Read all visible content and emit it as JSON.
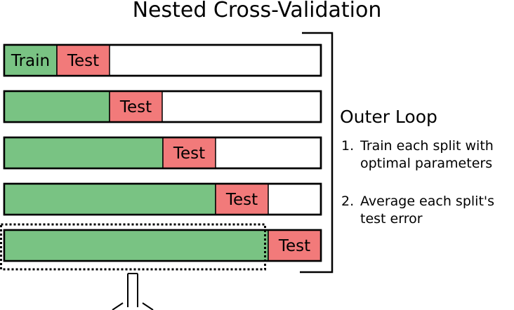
{
  "title": "Nested Cross-Validation",
  "colors": {
    "train": "#79c383",
    "test": "#f27a7a",
    "empty": "#ffffff",
    "stroke": "#000000"
  },
  "folds": [
    {
      "train_fraction": 0.167,
      "test_fraction": 0.167,
      "train_label": "Train",
      "test_label": "Test"
    },
    {
      "train_fraction": 0.333,
      "test_fraction": 0.167,
      "train_label": "",
      "test_label": "Test"
    },
    {
      "train_fraction": 0.5,
      "test_fraction": 0.167,
      "train_label": "",
      "test_label": "Test"
    },
    {
      "train_fraction": 0.667,
      "test_fraction": 0.167,
      "train_label": "",
      "test_label": "Test"
    },
    {
      "train_fraction": 0.833,
      "test_fraction": 0.167,
      "train_label": "",
      "test_label": "Test"
    }
  ],
  "outer_loop": {
    "heading": "Outer Loop",
    "steps": [
      {
        "number": "1.",
        "line1": "Train each split with",
        "line2": "optimal parameters"
      },
      {
        "number": "2.",
        "line1": "Average each split's",
        "line2": "test error"
      }
    ]
  }
}
